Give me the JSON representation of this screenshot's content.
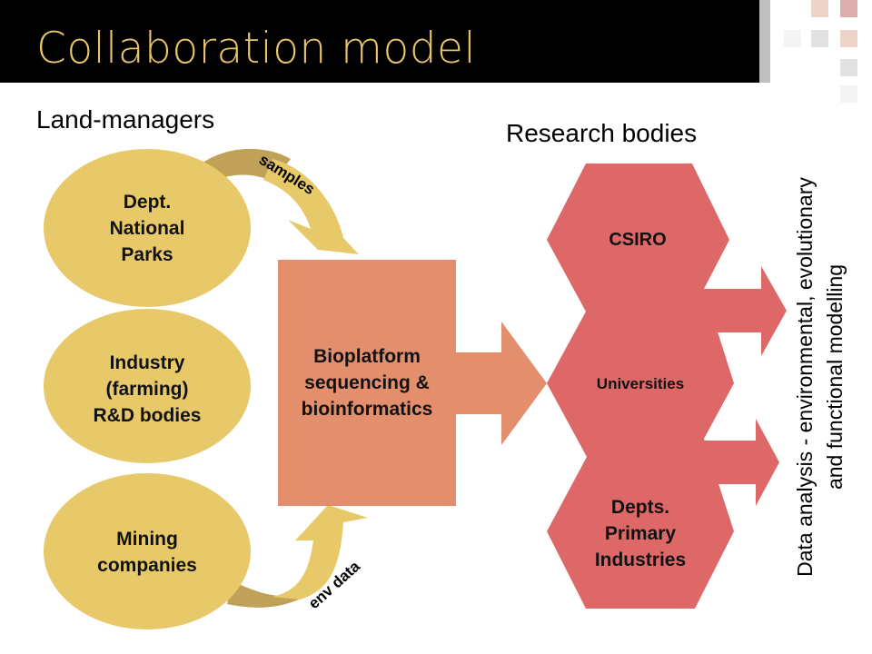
{
  "slide": {
    "title": "Collaboration model"
  },
  "colors": {
    "title_bar": "#000000",
    "title_text": "#e9c46b",
    "land_manager_fill": "#e8c96a",
    "arrow_dark": "#bfa258",
    "bioplatform_fill": "#e38e6c",
    "research_fill": "#de6767"
  },
  "headings": {
    "left": "Land-managers",
    "right": "Research bodies"
  },
  "land_managers": [
    {
      "id": "national-parks",
      "lines": [
        "Dept.",
        "National",
        "Parks"
      ]
    },
    {
      "id": "industry",
      "lines": [
        "Industry",
        "(farming)",
        "R&D bodies"
      ]
    },
    {
      "id": "mining",
      "lines": [
        "Mining",
        "companies"
      ]
    }
  ],
  "flows": {
    "samples": "samples",
    "env_data": "env data"
  },
  "bioplatform": {
    "lines": [
      "Bioplatform",
      "sequencing &",
      "bioinformatics"
    ]
  },
  "research_bodies": [
    {
      "id": "csiro",
      "lines": [
        "CSIRO"
      ]
    },
    {
      "id": "universities",
      "lines": [
        "Universities"
      ]
    },
    {
      "id": "primary-industries",
      "lines": [
        "Depts.",
        "Primary",
        "Industries"
      ]
    }
  ],
  "output": {
    "lines": [
      "Data analysis - environmental, evolutionary",
      "and functional modelling"
    ]
  }
}
